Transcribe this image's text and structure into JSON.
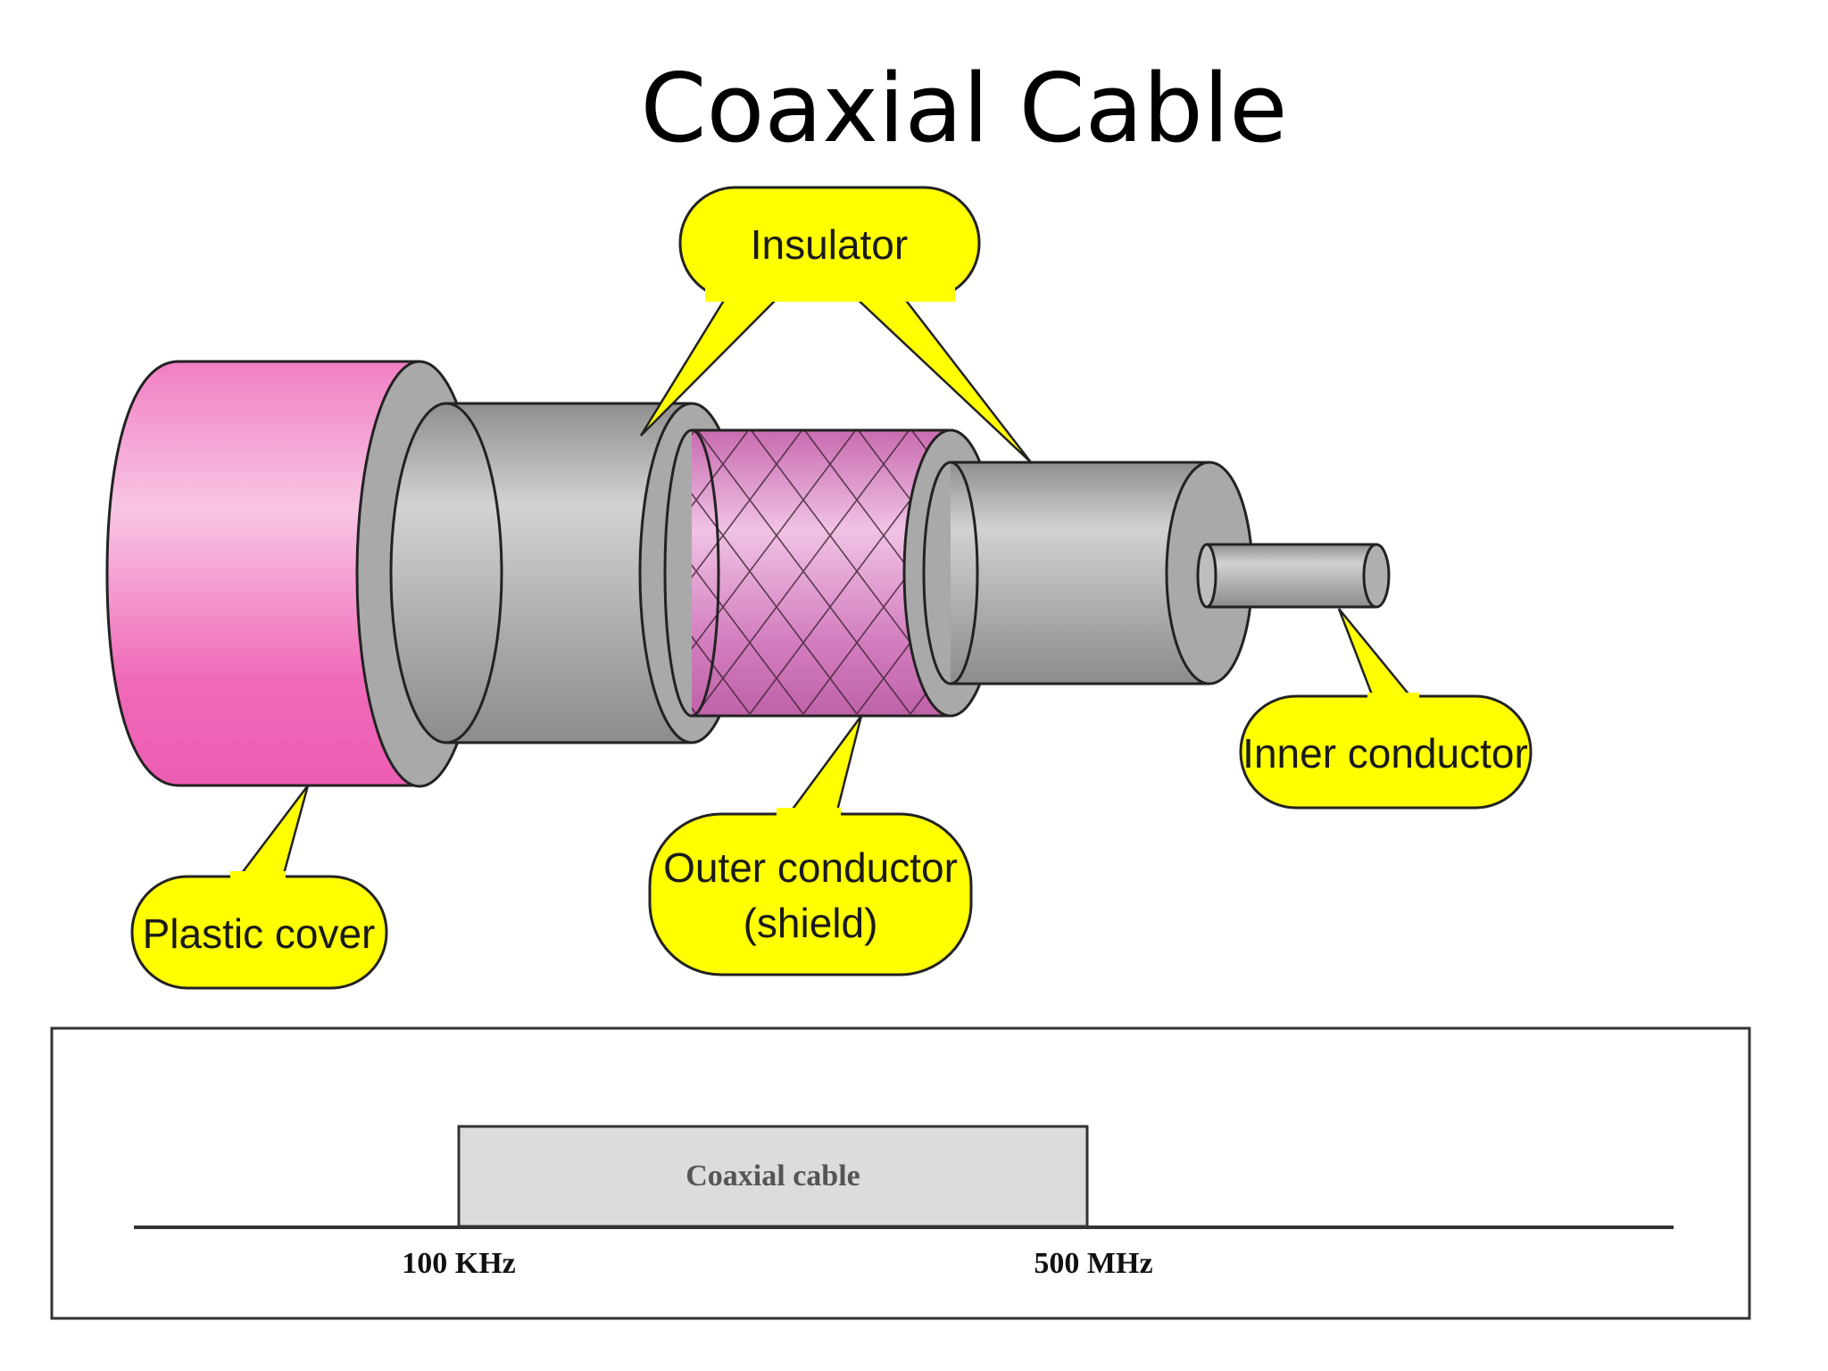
{
  "slide": {
    "title": "Coaxial Cable"
  },
  "cable_diagram": {
    "labels": {
      "insulator": "Insulator",
      "inner_conductor": "Inner conductor",
      "outer_conductor_line1": "Outer conductor",
      "outer_conductor_line2": "(shield)",
      "plastic_cover": "Plastic cover"
    },
    "colors": {
      "plastic_cover": "#f066b8",
      "insulator_gray": "#a8a8a8",
      "shield": "#d67fc0",
      "callout": "#ffff00"
    }
  },
  "frequency_range": {
    "band_label": "Coaxial cable",
    "low_label": "100 KHz",
    "high_label": "500 MHz",
    "band_fill": "#dcdcdc"
  }
}
